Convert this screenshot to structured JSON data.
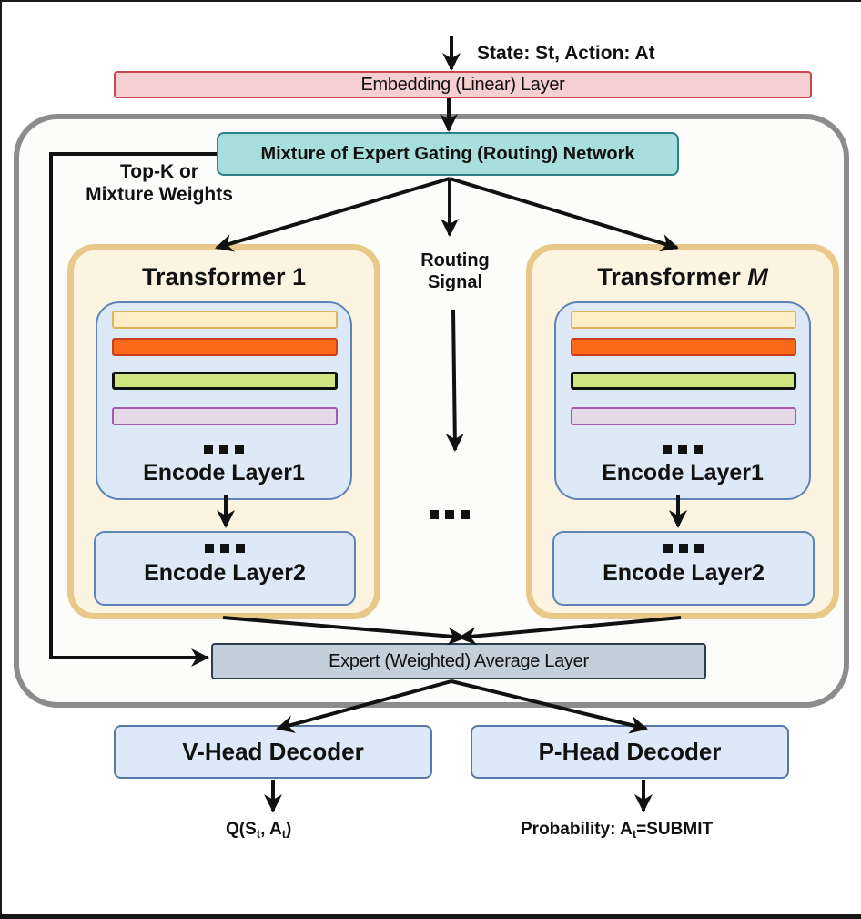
{
  "input": {
    "label": "State: St, Action: At"
  },
  "embedding": {
    "label": "Embedding (Linear) Layer",
    "fill": "#f6cfd0",
    "border": "#c9474f"
  },
  "gating": {
    "label": "Mixture of Expert Gating (Routing) Network",
    "fill": "#a9dede",
    "border": "#2f7f86"
  },
  "weights_label": {
    "line1": "Top-K or",
    "line2": "Mixture Weights"
  },
  "routing_signal": {
    "line1": "Routing",
    "line2": "Signal"
  },
  "transformers": [
    {
      "title_prefix": "Transformer ",
      "title_index": "1",
      "index_italic": false,
      "encode_layer1": "Encode Layer1",
      "encode_layer2": "Encode Layer2"
    },
    {
      "title_prefix": "Transformer ",
      "title_index": "M",
      "index_italic": true,
      "encode_layer1": "Encode Layer1",
      "encode_layer2": "Encode Layer2"
    }
  ],
  "layer_bars": [
    {
      "name": "bar-light-yellow",
      "fill": "#fdeec5",
      "border": "#e0b35f"
    },
    {
      "name": "bar-orange",
      "fill": "#fb6a1a",
      "border": "#c9401a"
    },
    {
      "name": "bar-lime",
      "fill": "#cfe57d",
      "border": "#111111"
    },
    {
      "name": "bar-lavender",
      "fill": "#e6d9ea",
      "border": "#a45aa8"
    }
  ],
  "average": {
    "label": "Expert (Weighted) Average Layer",
    "fill": "#c3d0dc",
    "border": "#2d3d4c"
  },
  "decoders": {
    "v_head": "V-Head Decoder",
    "p_head": "P-Head Decoder"
  },
  "outputs": {
    "q_prefix": "Q(S",
    "q_sub1": "t",
    "q_mid": ", A",
    "q_sub2": "t",
    "q_suffix": ")",
    "p_prefix": "Probability: A",
    "p_sub": "t",
    "p_suffix": "=SUBMIT"
  }
}
